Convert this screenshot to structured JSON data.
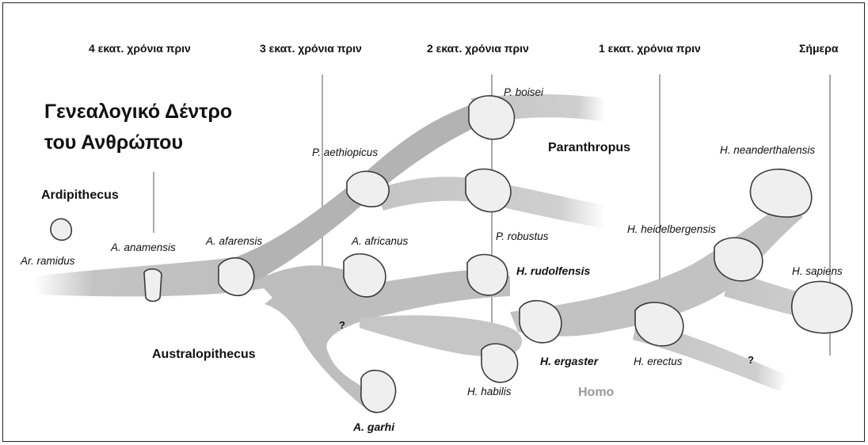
{
  "time_labels": {
    "t4": "4 εκατ. χρόνια πριν",
    "t3": "3 εκατ. χρόνια πριν",
    "t2": "2 εκατ. χρόνια πριν",
    "t1": "1 εκατ. χρόνια πριν",
    "t0": "Σήμερα"
  },
  "title": {
    "line1": "Γενεαλογικό Δέντρο",
    "line2": "του Ανθρώπου"
  },
  "genera": {
    "ardipithecus": "Ardipithecus",
    "australopithecus": "Australopithecus",
    "paranthropus": "Paranthropus",
    "homo": "Homo"
  },
  "species": {
    "ar_ramidus": "Ar. ramidus",
    "a_anamensis": "A. anamensis",
    "a_afarensis": "A. afarensis",
    "p_aethiopicus": "P. aethiopicus",
    "p_boisei": "P. boisei",
    "p_robustus": "P. robustus",
    "a_africanus": "A. africanus",
    "h_rudolfensis": "H. rudolfensis",
    "a_garhi": "A. garhi",
    "h_habilis": "H. habilis",
    "h_ergaster": "H. ergaster",
    "h_erectus": "H. erectus",
    "h_heidelbergensis": "H. heidelbergensis",
    "h_neanderthalensis": "H. neanderthalensis",
    "h_sapiens": "H. sapiens"
  },
  "unknown_marks": {
    "q1": "?",
    "q2": "?"
  },
  "colors": {
    "branch": "#c4c4c4",
    "branch_dark": "#9e9e9e",
    "skull": "#efefef",
    "skull_edge": "#3a3a3a",
    "homo_label": "#9a9a9a"
  }
}
